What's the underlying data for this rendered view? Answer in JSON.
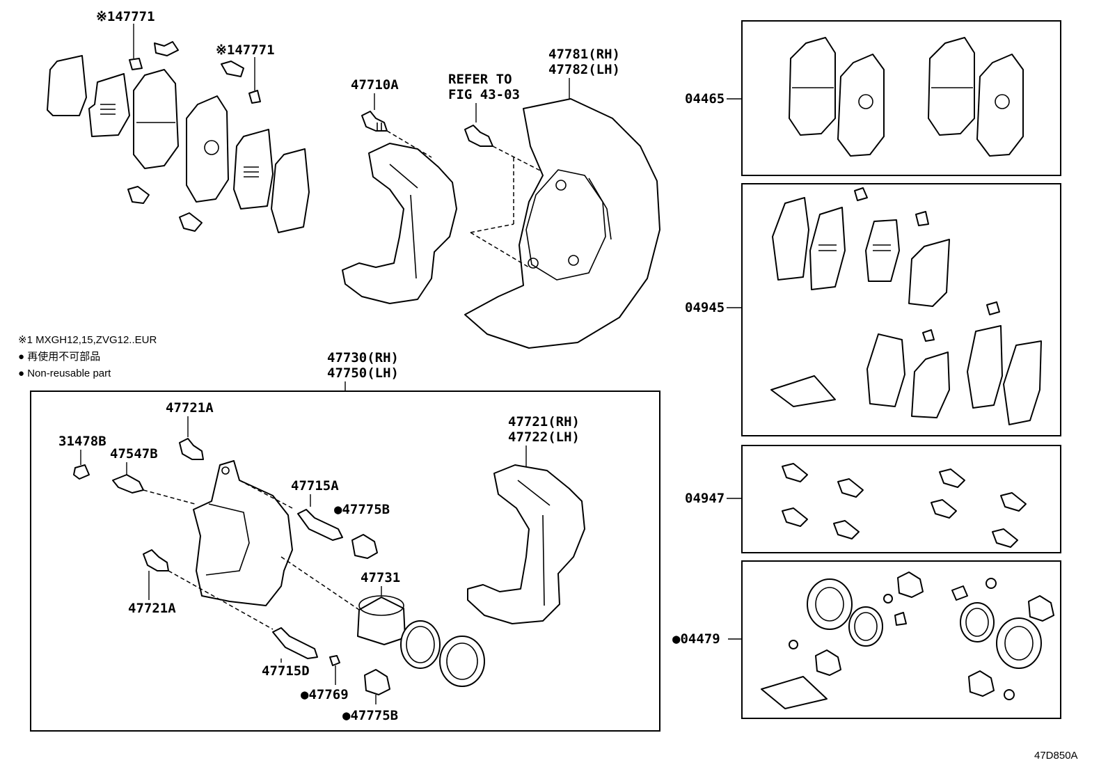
{
  "callouts": {
    "pad_clip_1": "※147771",
    "pad_clip_2": "※147771",
    "bolt_47710A": "47710A",
    "refer_line1": "REFER TO",
    "refer_line2": "FIG 43-03",
    "cover_rh": "47781(RH)",
    "cover_lh": "47782(LH)",
    "cylinder_rh": "47730(RH)",
    "cylinder_lh": "47750(LH)",
    "bolt_47721A_top": "47721A",
    "cap_31478B": "31478B",
    "bleeder_47547B": "47547B",
    "pin_47715A": "47715A",
    "boot_47775B_top": "●47775B",
    "piston_47731": "47731",
    "mounting_rh": "47721(RH)",
    "mounting_lh": "47722(LH)",
    "bolt_47721A_bottom": "47721A",
    "pin_47715D": "47715D",
    "bush_47769": "●47769",
    "boot_47775B_bottom": "●47775B",
    "kit_04465": "04465",
    "kit_04945": "04945",
    "kit_04947": "04947",
    "kit_04479": "●04479",
    "diagram_code": "47D850A"
  },
  "legend": {
    "line1": "※1 MXGH12,15,ZVG12..EUR",
    "line2": "● 再使用不可部品",
    "line3": "● Non-reusable part"
  }
}
